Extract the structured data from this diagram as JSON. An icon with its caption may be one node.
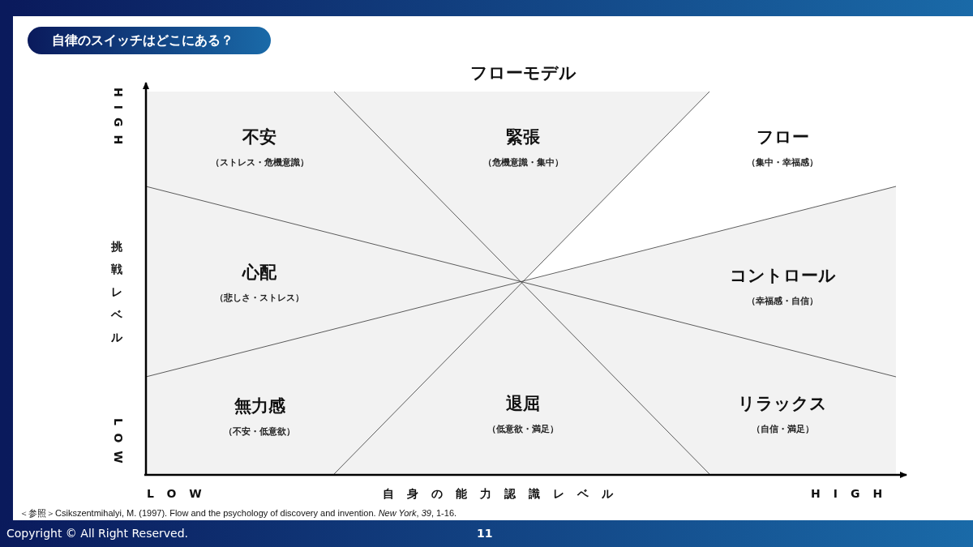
{
  "diagram": {
    "title": "フローモデル",
    "nodes": [
      {
        "text": [
          "不安",
          "（ストレス・危機意識）"
        ]
      },
      {
        "text": [
          "緊張",
          "（危機意識・集中）"
        ]
      },
      {
        "text": [
          "フロー",
          "（集中・幸福感）"
        ]
      },
      {
        "text": [
          "心配",
          "（悲しさ・ストレス）"
        ]
      },
      {
        "text": [
          "コントロール",
          "（幸福感・自信）"
        ]
      },
      {
        "text": [
          "無力感",
          "（不安・低意欲）"
        ]
      },
      {
        "text": [
          "退屈",
          "（低意欲・満足）"
        ]
      },
      {
        "text": [
          "リラックス",
          "（自信・満足）"
        ]
      }
    ],
    "labels": [
      "自律のスイッチはどこにある？",
      "HIGH",
      "挑戦レベル",
      "LOW",
      "LOW",
      "自身の能力認識レベル",
      "HIGH",
      "＜参照＞Csikszentmihalyi, M. (1997). Flow and the psychology of discovery and invention. *New York*, *39*, 1-16.",
      "Copyright © All Right Reserved.",
      "11"
    ]
  }
}
